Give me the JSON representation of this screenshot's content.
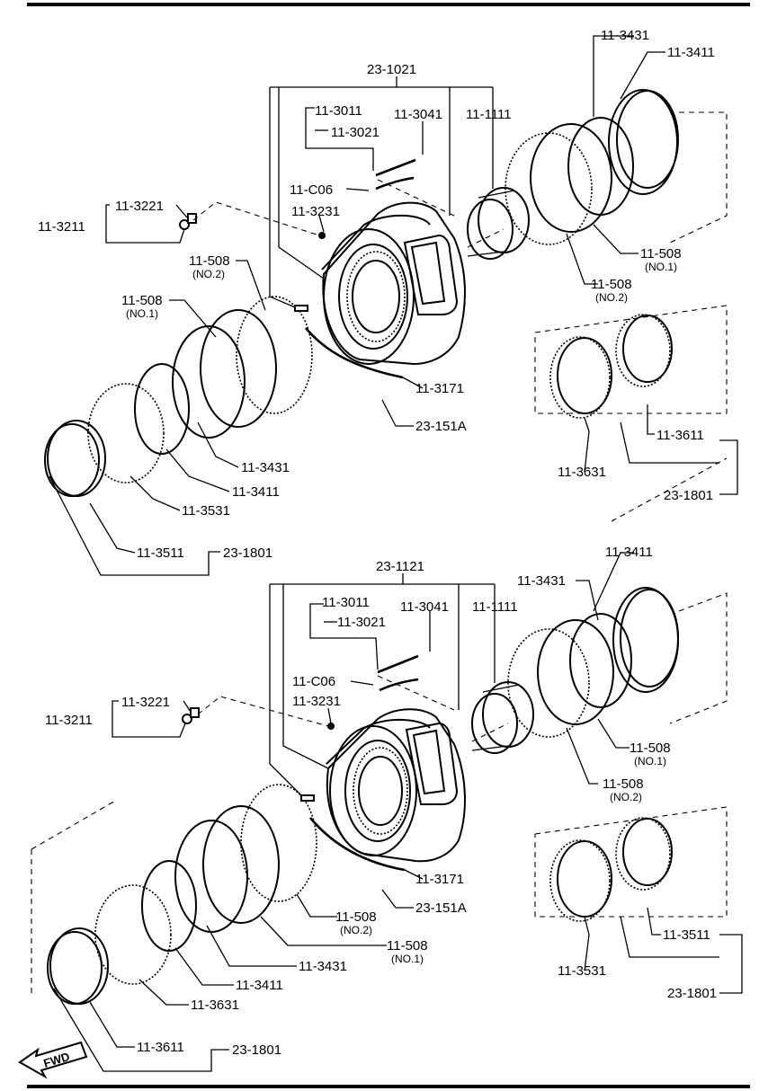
{
  "upper": {
    "rotor_assembly": "23-1021",
    "seal_a": "11-3011",
    "seal_b": "11-3041",
    "seal_c": "11-3021",
    "bearing": "11-1111",
    "apex": "11-C06",
    "pin": "11-3231",
    "spring_a": "11-3221",
    "spring_b": "11-3211",
    "seal_l_no2": "11-508",
    "seal_l_no2_sub": "(NO.2)",
    "seal_l_no1": "11-508",
    "seal_l_no1_sub": "(NO.1)",
    "side_seal": "11-3171",
    "side_piece": "23-151A",
    "ring_a": "11-3431",
    "ring_b": "11-3411",
    "ring_c": "11-3531",
    "ring_d": "11-3511",
    "seal_kit_left": "23-1801",
    "r_ring_a": "11-3431",
    "r_ring_b": "11-3411",
    "r_seal_no1": "11-508",
    "r_seal_no1_sub": "(NO.1)",
    "r_seal_no2": "11-508",
    "r_seal_no2_sub": "(NO.2)",
    "r_ring_c": "11-3611",
    "r_ring_d": "11-3631",
    "seal_kit_right": "23-1801"
  },
  "lower": {
    "rotor_assembly": "23-1121",
    "seal_a": "11-3011",
    "seal_b": "11-3041",
    "seal_c": "11-3021",
    "bearing": "11-1111",
    "apex": "11-C06",
    "pin": "11-3231",
    "spring_a": "11-3221",
    "spring_b": "11-3211",
    "r_ring_a": "11-3431",
    "r_ring_b": "11-3411",
    "r_seal_no1": "11-508",
    "r_seal_no1_sub": "(NO.1)",
    "r_seal_no2": "11-508",
    "r_seal_no2_sub": "(NO.2)",
    "side_seal": "11-3171",
    "side_piece": "23-151A",
    "seal_l_no2": "11-508",
    "seal_l_no2_sub": "(NO.2)",
    "seal_l_no1": "11-508",
    "seal_l_no1_sub": "(NO.1)",
    "ring_a": "11-3431",
    "ring_b": "11-3411",
    "ring_c": "11-3631",
    "ring_d": "11-3611",
    "seal_kit_left": "23-1801",
    "r_ring_c": "11-3511",
    "r_ring_d": "11-3531",
    "seal_kit_right": "23-1801"
  },
  "fwd_label": "FWD"
}
